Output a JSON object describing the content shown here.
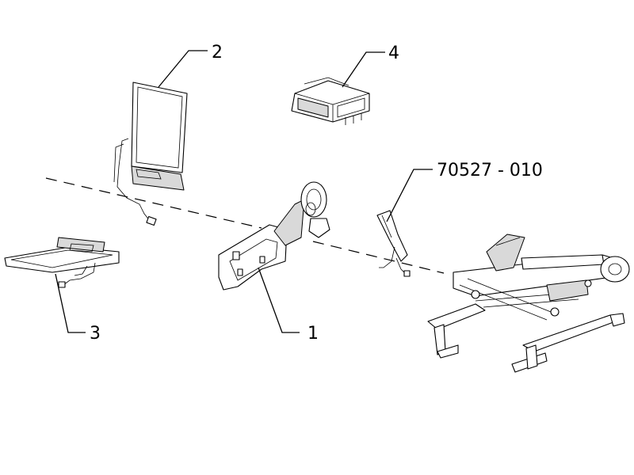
{
  "callouts": {
    "part_1": "1",
    "part_2": "2",
    "part_3": "3",
    "part_4": "4",
    "diagram_code": "70527 - 010"
  }
}
